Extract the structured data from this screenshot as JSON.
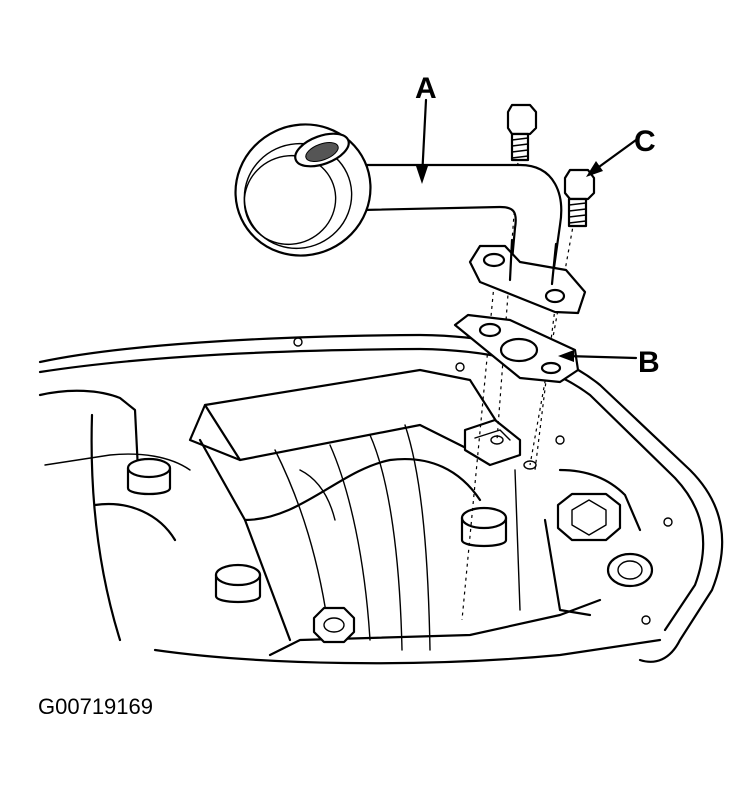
{
  "labels": {
    "a": "A",
    "b": "B",
    "c": "C"
  },
  "figure_id": "G00719169"
}
